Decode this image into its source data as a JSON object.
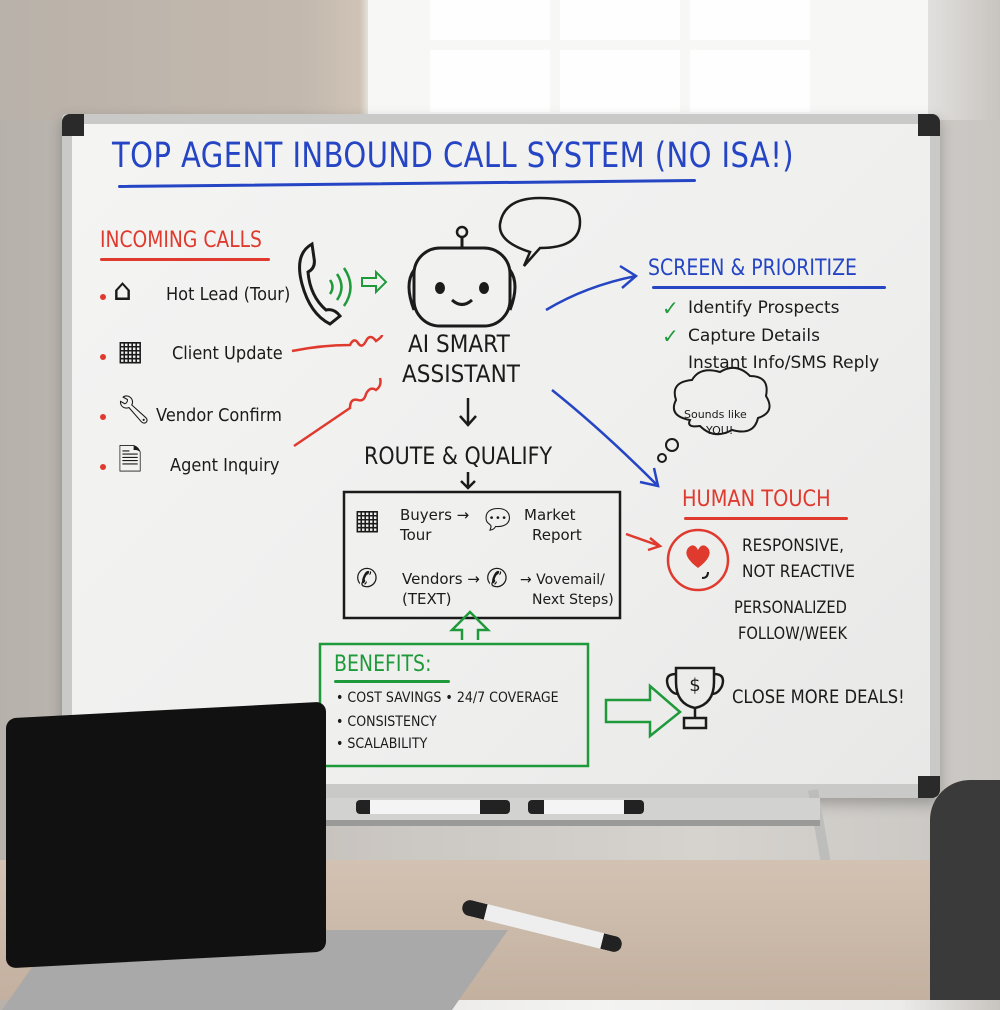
{
  "scene": {
    "description": "Whiteboard diagram in office with laptop on desk",
    "colors": {
      "blue_marker": "#2545c4",
      "red_marker": "#e03a2e",
      "green_marker": "#1f9a3a",
      "black_marker": "#1b1b1b",
      "board": "#f1f1f0"
    }
  },
  "whiteboard": {
    "title": "TOP AGENT INBOUND CALL SYSTEM (NO ISA!)",
    "incoming": {
      "heading": "INCOMING CALLS",
      "items": [
        {
          "icon": "house-icon",
          "label": "Hot Lead (Tour)"
        },
        {
          "icon": "calendar-icon",
          "label": "Client Update"
        },
        {
          "icon": "wrench-icon",
          "label": "Vendor Confirm"
        },
        {
          "icon": "document-icon",
          "label": "Agent Inquiry"
        }
      ]
    },
    "assistant": {
      "label_line1": "AI SMART",
      "label_line2": "ASSISTANT",
      "icons": [
        "robot-icon",
        "speech-bubble-icon",
        "phone-ringing-icon"
      ]
    },
    "route": {
      "heading": "ROUTE & QUALIFY",
      "row1": {
        "left": "Buyers\nTour",
        "left_l1": "Buyers →",
        "left_l2": "Tour",
        "right_l1": "Market",
        "right_l2": "Report"
      },
      "row2": {
        "left_l1": "Vendors →",
        "left_l2": "(TEXT)",
        "right_l1": "→ Vovemail/",
        "right_l2": "Next Steps)"
      }
    },
    "screen": {
      "heading": "SCREEN & PRIORITIZE",
      "items": [
        {
          "checked": true,
          "label": "Identify Prospects"
        },
        {
          "checked": true,
          "label": "Capture Details"
        },
        {
          "checked": false,
          "label": "Instant Info/SMS Reply"
        }
      ]
    },
    "thought_bubble": {
      "line1": "Sounds like",
      "line2": "YOU!"
    },
    "human_touch": {
      "heading": "HUMAN TOUCH",
      "line1": "RESPONSIVE,",
      "line2": "NOT REACTIVE",
      "line3": "PERSONALIZED",
      "line4": "FOLLOW/WEEK"
    },
    "benefits": {
      "heading": "BENEFITS:",
      "row1": "• COST SAVINGS • 24/7 COVERAGE",
      "row2": "• CONSISTENCY",
      "row3": "• SCALABILITY"
    },
    "outcome": {
      "label": "CLOSE MORE DEALS!",
      "icon": "trophy-dollar-icon",
      "trophy_symbol": "$"
    }
  }
}
